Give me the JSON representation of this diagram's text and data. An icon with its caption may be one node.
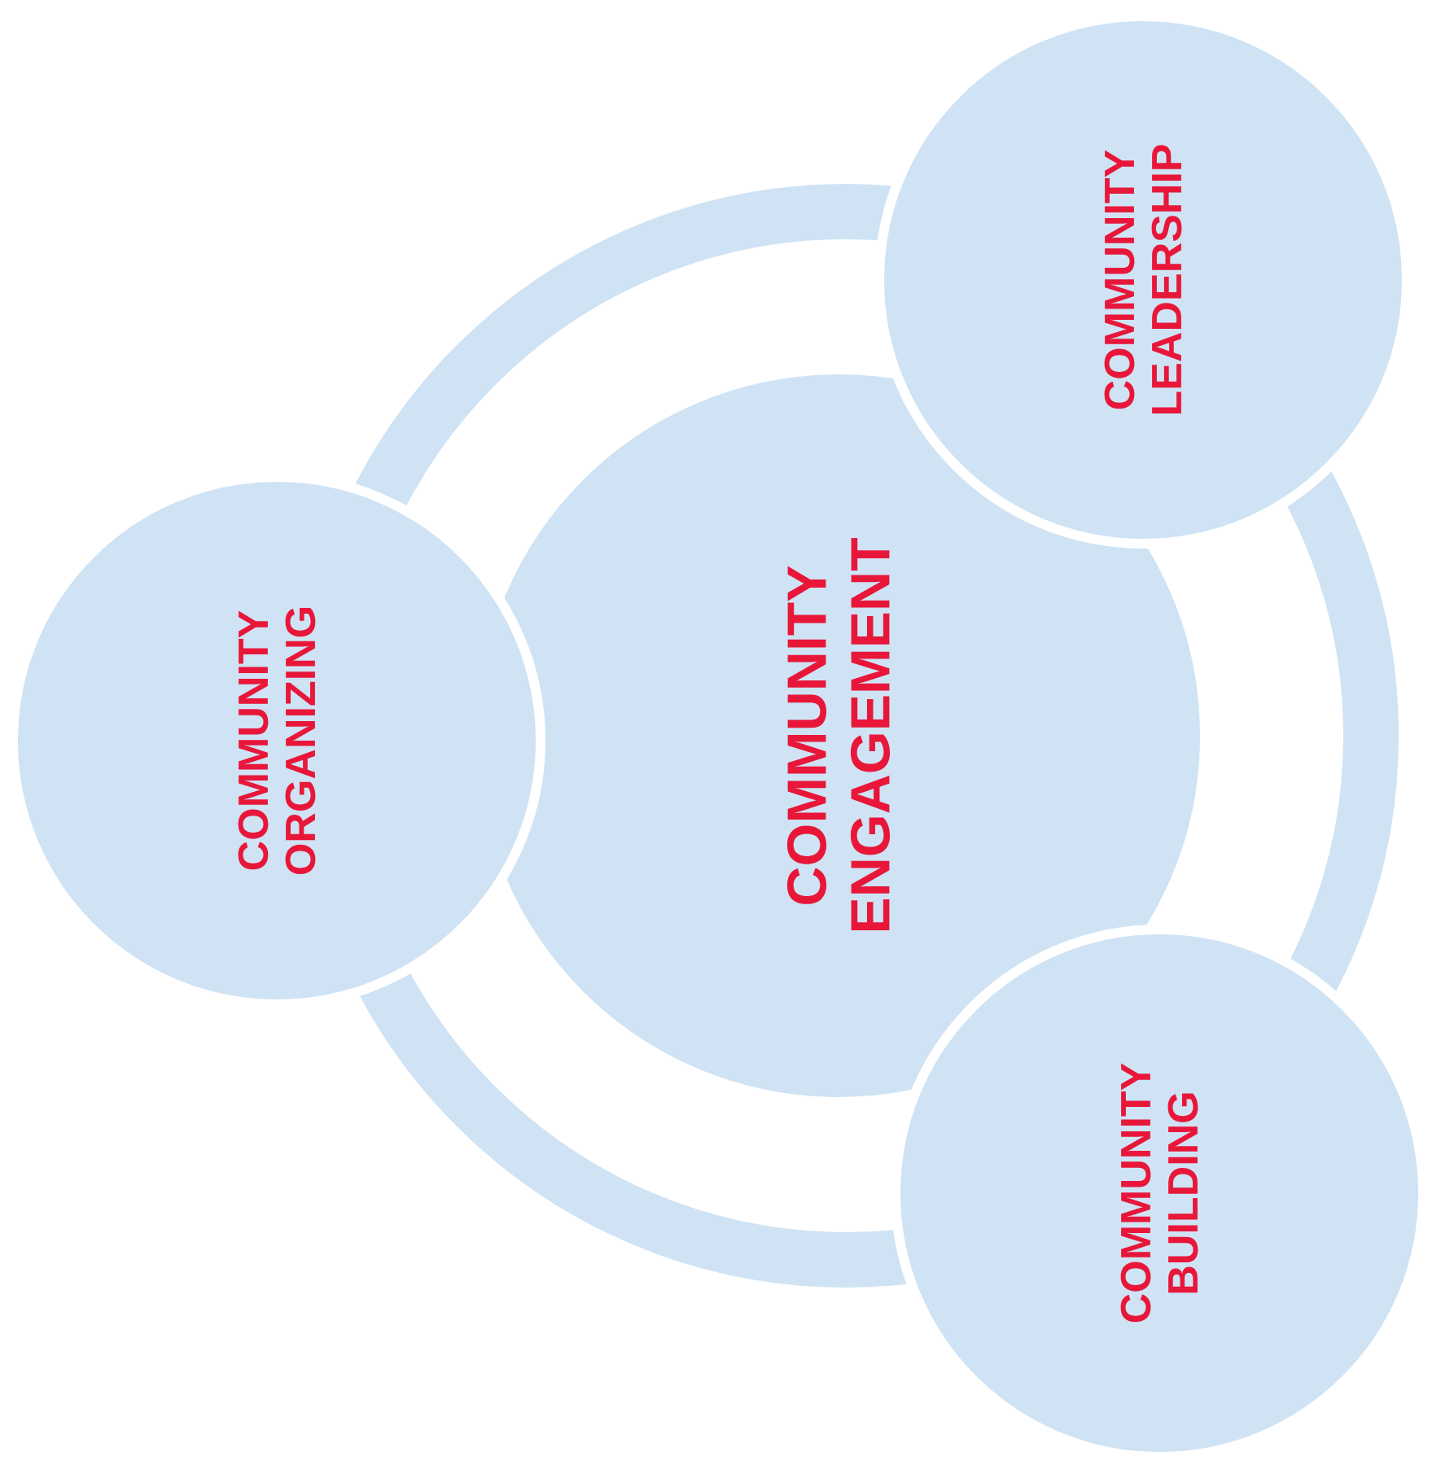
{
  "diagram": {
    "nodes": [
      {
        "text": [
          "COMMUNITY ENGAGEMENT"
        ]
      },
      {
        "text": [
          "COMMUNITY ORGANIZING"
        ]
      },
      {
        "text": [
          "COMMUNITY LEADERSHIP"
        ]
      },
      {
        "text": [
          "COMMUNITY BUILDING"
        ]
      }
    ]
  }
}
